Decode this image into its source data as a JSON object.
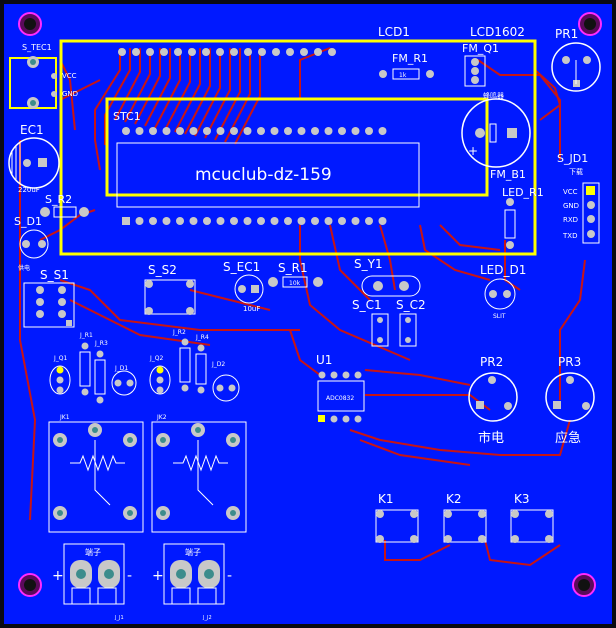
{
  "board": {
    "title": "mcuclub-dz-159",
    "colors": {
      "board": "#0019ff",
      "outline": "#ffff00",
      "copper": "#ff1a00",
      "trace": "#c81414",
      "pad": "#c8c8c8",
      "drill": "#3c8c8c",
      "silk": "#ffffff"
    }
  },
  "labels": {
    "s_tec1": "S_TEC1",
    "vcc": "VCC",
    "gnd": "GND",
    "ec1": "EC1",
    "ec1_val": "220uF",
    "s_r2": "S_R2",
    "s_d1": "S_D1",
    "s_d1_note": "供电",
    "s_s1": "S_S1",
    "lcd1": "LCD1",
    "lcd1602": "LCD1602",
    "fm_r1": "FM_R1",
    "fm_r1_val": "1k",
    "fm_q1": "FM_Q1",
    "fm_b1": "FM_B1",
    "buzzer_note": "蜂鸣器",
    "stc1": "STC1",
    "pr1": "PR1",
    "s_jd1": "S_JD1",
    "download": "下载",
    "led_r1": "LED_R1",
    "vcc_pin": "VCC",
    "gnd_pin": "GND",
    "rxd_pin": "RXD",
    "txd_pin": "TXD",
    "led_d1": "LED_D1",
    "led_d1_note": "SLIT",
    "s_s2": "S_S2",
    "s_ec1": "S_EC1",
    "s_ec1_val": "10uF",
    "s_r1": "S_R1",
    "s_r1_val": "10k",
    "s_y1": "S_Y1",
    "s_c1": "S_C1",
    "s_c2": "S_C2",
    "u1": "U1",
    "u1_part": "ADC0832",
    "pr2": "PR2",
    "pr2_note": "市电",
    "pr3": "PR3",
    "pr3_note": "应急",
    "k1": "K1",
    "k2": "K2",
    "k3": "K3",
    "j_r1": "J_R1",
    "j_r2": "J_R2",
    "j_r3": "J_R3",
    "j_r4": "J_R4",
    "j_q1": "J_Q1",
    "j_q2": "J_Q2",
    "j_d1": "J_D1",
    "j_d2": "J_D2",
    "jk1": "JK1",
    "jk2": "JK2",
    "terminal_note": "端子",
    "j_j1": "J_J1",
    "j_j2": "J_J2",
    "plus": "+",
    "minus": "-"
  }
}
